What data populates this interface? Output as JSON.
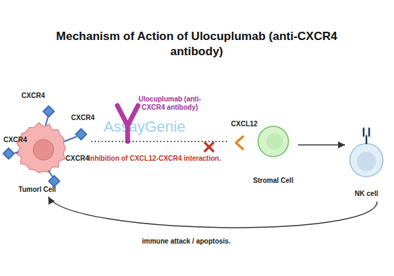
{
  "diagram": {
    "title": "Mechanism of Action of Ulocuplumab (anti-CXCR4 antibody)",
    "nodes": [
      {
        "text": [
          "Tumorl Cell"
        ]
      },
      {
        "text": [
          "Ulocuplumab (anti-CXCR4 antibody)"
        ]
      },
      {
        "text": [
          "CXCL12"
        ]
      },
      {
        "text": [
          "Stromal Cell"
        ]
      },
      {
        "text": [
          "NK cell"
        ]
      }
    ],
    "edges": [
      {
        "from": 0,
        "to": 2,
        "arrow": "none"
      },
      {
        "from": 3,
        "to": 4,
        "arrow": "to"
      },
      {
        "from": 4,
        "to": 0,
        "arrow": "to",
        "label": "immune attack / apoptosis."
      }
    ],
    "labels": [
      "CXCR4",
      "CXCR4",
      "CXCR4",
      "CXCR4",
      "AssayGenie",
      "Inhibition of CXCL12-CXCR4 interaction."
    ]
  }
}
